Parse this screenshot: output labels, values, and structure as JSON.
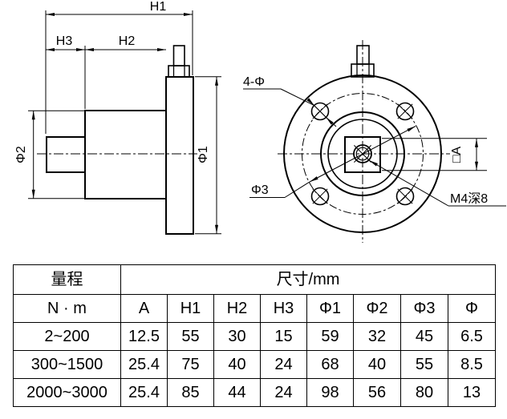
{
  "side_view": {
    "h1": "H1",
    "h2": "H2",
    "h3": "H3",
    "phi1": "Φ1",
    "phi2": "Φ2"
  },
  "front_view": {
    "holes_label": "4-Φ",
    "bolt_circle_label": "Φ3",
    "thread_label": "M4深8",
    "square_label": "□A"
  },
  "table": {
    "range_header": "量程",
    "dims_header": "尺寸/mm",
    "columns": [
      "N · m",
      "A",
      "H1",
      "H2",
      "H3",
      "Φ1",
      "Φ2",
      "Φ3",
      "Φ"
    ],
    "rows": [
      [
        "2~200",
        "12.5",
        "55",
        "30",
        "15",
        "59",
        "32",
        "45",
        "6.5"
      ],
      [
        "300~1500",
        "25.4",
        "75",
        "40",
        "24",
        "68",
        "40",
        "55",
        "8.5"
      ],
      [
        "2000~3000",
        "25.4",
        "85",
        "44",
        "24",
        "98",
        "56",
        "80",
        "13"
      ]
    ]
  },
  "colors": {
    "line": "#000000",
    "background": "#ffffff"
  }
}
